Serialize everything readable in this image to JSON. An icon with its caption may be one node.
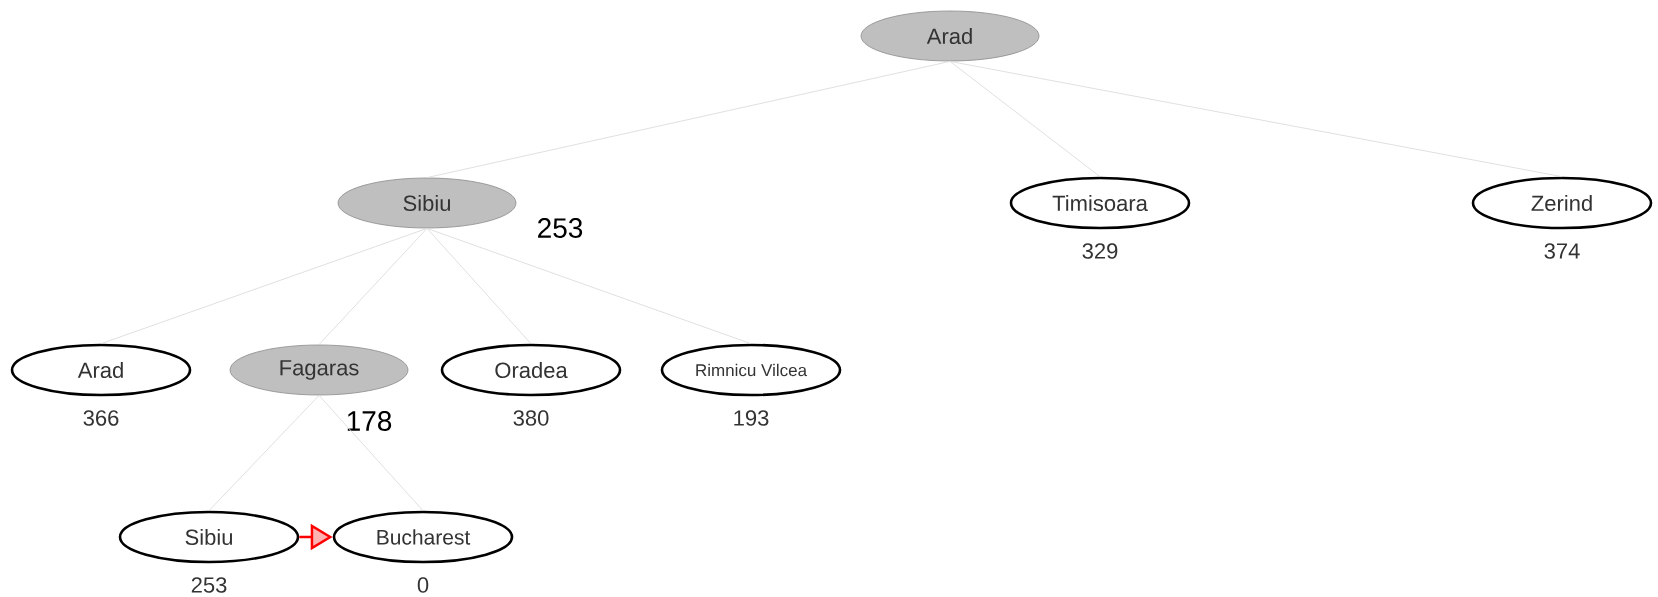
{
  "diagram": {
    "nodes": [
      {
        "text": [
          "Arad"
        ]
      },
      {
        "text": [
          "Sibiu"
        ],
        "beside": [
          "253"
        ]
      },
      {
        "text": [
          "Timisoara"
        ],
        "beside": [
          "329"
        ]
      },
      {
        "text": [
          "Zerind"
        ],
        "beside": [
          "374"
        ]
      },
      {
        "text": [
          "Arad"
        ],
        "beside": [
          "366"
        ]
      },
      {
        "text": [
          "Fagaras"
        ],
        "beside": [
          "178"
        ]
      },
      {
        "text": [
          "Oradea"
        ],
        "beside": [
          "380"
        ]
      },
      {
        "text": [
          "Rimnicu Vilcea"
        ],
        "beside": [
          "193"
        ]
      },
      {
        "text": [
          "Sibiu"
        ],
        "beside": [
          "253"
        ]
      },
      {
        "text": [
          "Bucharest"
        ],
        "beside": [
          "0"
        ]
      }
    ],
    "edges": [
      {
        "from": 0,
        "to": 1,
        "arrow": "none"
      },
      {
        "from": 0,
        "to": 2,
        "arrow": "none"
      },
      {
        "from": 0,
        "to": 3,
        "arrow": "none"
      },
      {
        "from": 1,
        "to": 4,
        "arrow": "none"
      },
      {
        "from": 1,
        "to": 5,
        "arrow": "none"
      },
      {
        "from": 1,
        "to": 6,
        "arrow": "none"
      },
      {
        "from": 1,
        "to": 7,
        "arrow": "none"
      },
      {
        "from": 5,
        "to": 8,
        "arrow": "none"
      },
      {
        "from": 5,
        "to": 9,
        "arrow": "none"
      },
      {
        "from": 8,
        "to": 9,
        "arrow": "to",
        "color": "#ff0000"
      }
    ]
  }
}
